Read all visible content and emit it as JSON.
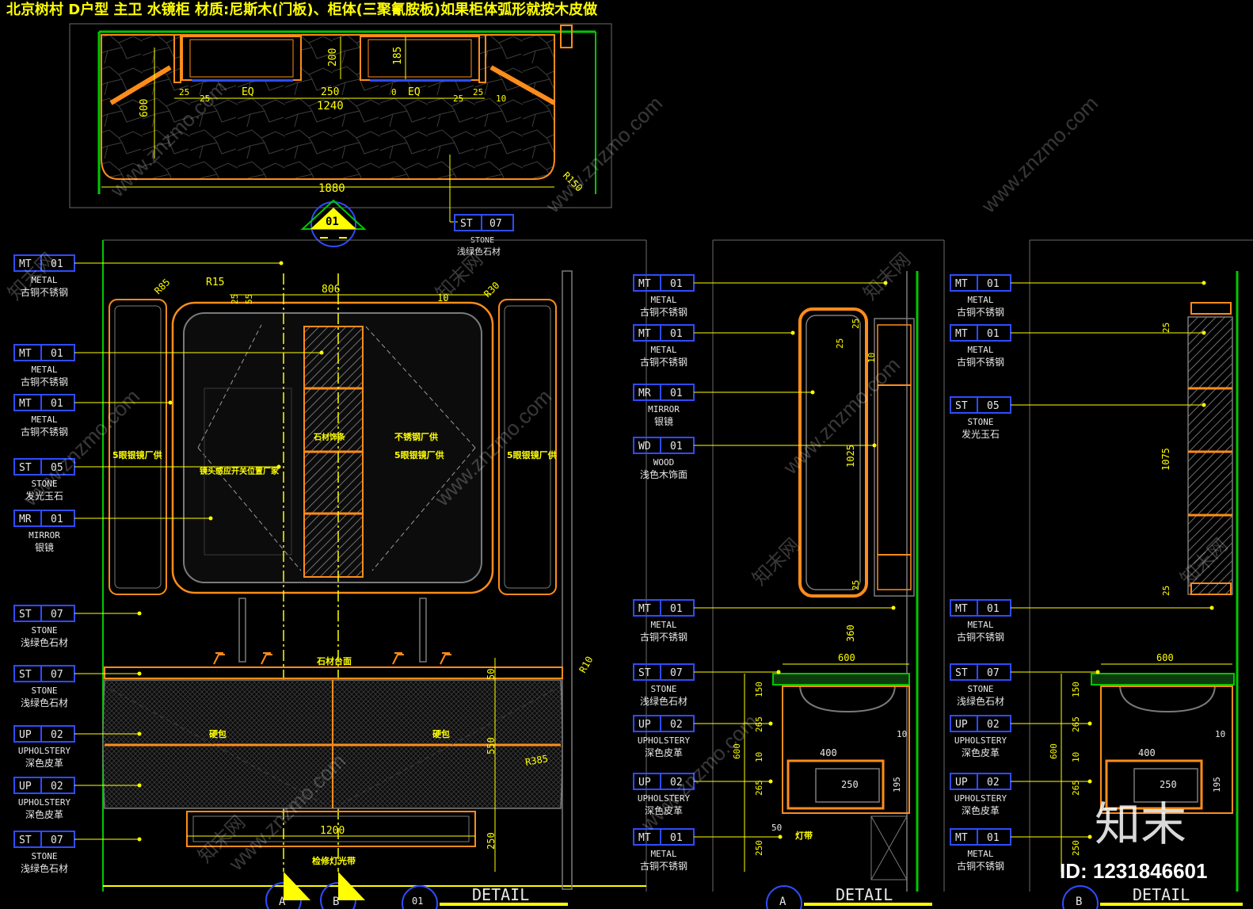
{
  "title": "北京树村 D户型 主卫 水镜柜 材质:尼斯木(门板)、柜体(三聚氰胺板)如果柜体弧形就按木皮做",
  "colors": {
    "background": "#000000",
    "yellow": "#ffff00",
    "green": "#00c800",
    "orange": "#ff8c1a",
    "blue": "#2f4cff",
    "white": "#ffffff",
    "gray": "#7a7a7a",
    "label": "#e8e8e8"
  },
  "plan": {
    "dims": {
      "w1880": "1880",
      "w1240": "1240",
      "h600": "600",
      "h200": "200",
      "h185": "185",
      "w250": "250",
      "eq1": "EQ",
      "eq2": "EQ",
      "d25a": "25",
      "d25b": "25",
      "d25c": "25",
      "d25d": "25",
      "d10": "10",
      "d0": "0",
      "r150": "R150"
    },
    "section_marker": "01"
  },
  "left_tags": [
    {
      "code": "MT",
      "num": "01",
      "en": "METAL",
      "cn": "古铜不锈钢"
    },
    {
      "code": "MT",
      "num": "01",
      "en": "METAL",
      "cn": "古铜不锈钢"
    },
    {
      "code": "MT",
      "num": "01",
      "en": "METAL",
      "cn": "古铜不锈钢"
    },
    {
      "code": "ST",
      "num": "05",
      "en": "STONE",
      "cn": "发光玉石"
    },
    {
      "code": "MR",
      "num": "01",
      "en": "MIRROR",
      "cn": "银镜"
    },
    {
      "code": "ST",
      "num": "07",
      "en": "STONE",
      "cn": "浅绿色石材"
    },
    {
      "code": "ST",
      "num": "07",
      "en": "STONE",
      "cn": "浅绿色石材"
    },
    {
      "code": "UP",
      "num": "02",
      "en": "UPHOLSTERY",
      "cn": "深色皮革"
    },
    {
      "code": "UP",
      "num": "02",
      "en": "UPHOLSTERY",
      "cn": "深色皮革"
    },
    {
      "code": "ST",
      "num": "07",
      "en": "STONE",
      "cn": "浅绿色石材"
    }
  ],
  "plan_tag": {
    "code": "ST",
    "num": "07",
    "en": "STONE",
    "cn": "浅绿色石材"
  },
  "elevation": {
    "dims": {
      "r85": "R85",
      "r15": "R15",
      "d25": "25",
      "d55": "55",
      "w806": "806",
      "d10": "10",
      "r30": "R30",
      "r10": "R10",
      "h50": "50",
      "h550": "550",
      "h250": "250",
      "r385": "R385",
      "w1200": "1200"
    },
    "notes": {
      "led_left": "5眼银镜厂供",
      "led_right": "5眼银镜厂供",
      "steel_center": "不锈钢厂供",
      "shelf_center": "石材饰条",
      "led_center": "5眼银镜厂供",
      "mirror_note": "镜头感应开关位置厂家",
      "counter": "石材台面",
      "soft_left": "硬包",
      "soft_right": "硬包",
      "bottom": "检修灯光带"
    },
    "markers": {
      "a": "A",
      "b": "B",
      "detail_num": "01",
      "detail_label": "DETAIL"
    }
  },
  "section_a": {
    "tags": [
      {
        "code": "MT",
        "num": "01",
        "en": "METAL",
        "cn": "古铜不锈钢"
      },
      {
        "code": "MT",
        "num": "01",
        "en": "METAL",
        "cn": "古铜不锈钢"
      },
      {
        "code": "MR",
        "num": "01",
        "en": "MIRROR",
        "cn": "银镜"
      },
      {
        "code": "WD",
        "num": "01",
        "en": "WOOD",
        "cn": "浅色木饰面"
      },
      {
        "code": "MT",
        "num": "01",
        "en": "METAL",
        "cn": "古铜不锈钢"
      },
      {
        "code": "ST",
        "num": "07",
        "en": "STONE",
        "cn": "浅绿色石材"
      },
      {
        "code": "UP",
        "num": "02",
        "en": "UPHOLSTERY",
        "cn": "深色皮革"
      },
      {
        "code": "UP",
        "num": "02",
        "en": "UPHOLSTERY",
        "cn": "深色皮革"
      },
      {
        "code": "MT",
        "num": "01",
        "en": "METAL",
        "cn": "古铜不锈钢"
      }
    ],
    "dims": {
      "d25a": "25",
      "d25b": "25",
      "d25c": "25",
      "d1025": "1025",
      "d360": "360",
      "d600w": "600",
      "d150": "150",
      "d265a": "265",
      "d600h": "600",
      "d10a": "10",
      "d265b": "265",
      "d250": "250",
      "d400": "400",
      "d250w": "250",
      "d195": "195",
      "d10b": "10",
      "d50": "50",
      "d10c": "10"
    },
    "led_note": "灯带",
    "marker": "A",
    "label": "DETAIL"
  },
  "section_b": {
    "tags": [
      {
        "code": "MT",
        "num": "01",
        "en": "METAL",
        "cn": "古铜不锈钢"
      },
      {
        "code": "MT",
        "num": "01",
        "en": "METAL",
        "cn": "古铜不锈钢"
      },
      {
        "code": "ST",
        "num": "05",
        "en": "STONE",
        "cn": "发光玉石"
      },
      {
        "code": "MT",
        "num": "01",
        "en": "METAL",
        "cn": "古铜不锈钢"
      },
      {
        "code": "ST",
        "num": "07",
        "en": "STONE",
        "cn": "浅绿色石材"
      },
      {
        "code": "UP",
        "num": "02",
        "en": "UPHOLSTERY",
        "cn": "深色皮革"
      },
      {
        "code": "UP",
        "num": "02",
        "en": "UPHOLSTERY",
        "cn": "深色皮革"
      },
      {
        "code": "MT",
        "num": "01",
        "en": "METAL",
        "cn": "古铜不锈钢"
      }
    ],
    "dims": {
      "d25a": "25",
      "d1075": "1075",
      "d25b": "25",
      "d600w": "600",
      "d150": "150",
      "d265a": "265",
      "d600h": "600",
      "d10a": "10",
      "d265b": "265",
      "d250": "250",
      "d400": "400",
      "d250w": "250",
      "d195": "195",
      "d10b": "10"
    },
    "marker": "B",
    "label": "DETAIL"
  },
  "watermark": {
    "text": "www.znzmo.com",
    "cn": "知末网",
    "logo": "知末",
    "id": "ID: 1231846601"
  }
}
